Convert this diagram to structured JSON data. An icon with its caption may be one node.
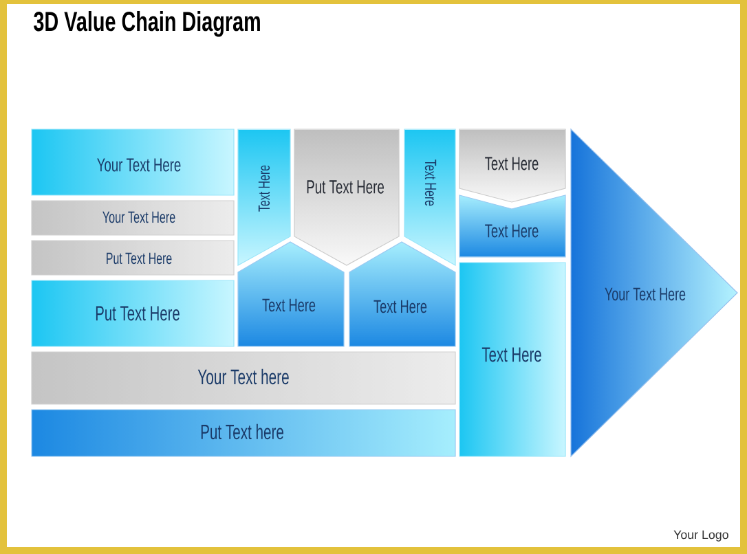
{
  "diagram": {
    "title": "3D Value Chain Diagram",
    "nodes": [
      {
        "text": [
          "Your Text Here"
        ]
      },
      {
        "text": [
          "Text Here"
        ]
      },
      {
        "text": [
          "Put Text Here"
        ]
      },
      {
        "text": [
          "Text Here"
        ]
      },
      {
        "text": [
          "Text Here"
        ]
      },
      {
        "text": [
          "Text Here"
        ]
      },
      {
        "text": [
          "Your Text Here"
        ]
      },
      {
        "text": [
          "Your Text Here"
        ]
      },
      {
        "text": [
          "Put Text Here"
        ]
      },
      {
        "text": [
          "Put Text Here"
        ]
      },
      {
        "text": [
          "Text Here"
        ]
      },
      {
        "text": [
          "Text Here"
        ]
      },
      {
        "text": [
          "Text Here"
        ]
      },
      {
        "text": [
          "Your Text here"
        ]
      },
      {
        "text": [
          "Put Text here"
        ]
      }
    ],
    "labels": [
      "Your Logo"
    ]
  }
}
